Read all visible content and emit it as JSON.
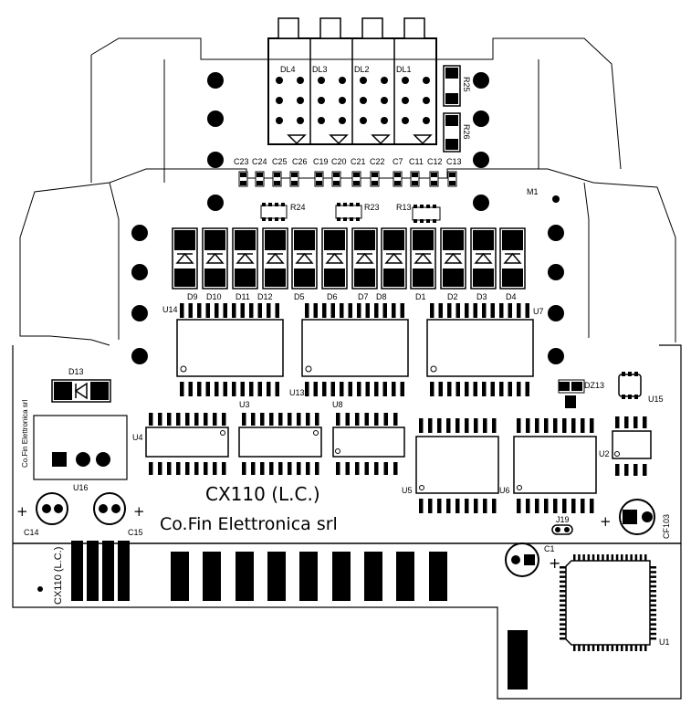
{
  "board": {
    "title": "CX110 (L.C.)",
    "maker": "Co.Fin Elettronica srl",
    "side_maker": "Co.Fin Elettronica srl",
    "side_model": "CX110 (L.C.)"
  },
  "leds": [
    "DL4",
    "DL3",
    "DL2",
    "DL1"
  ],
  "resistors": {
    "r25": "R25",
    "r26": "R26",
    "r24": "R24",
    "r23": "R23",
    "r13": "R13"
  },
  "caps_row": [
    "C23",
    "C24",
    "C25",
    "C26",
    "C19",
    "C20",
    "C21",
    "C22",
    "C7",
    "C11",
    "C12",
    "C13"
  ],
  "diodes": [
    "D9",
    "D10",
    "D11",
    "D12",
    "D5",
    "D6",
    "D7",
    "D8",
    "D1",
    "D2",
    "D3",
    "D4"
  ],
  "chips": {
    "u14": "U14",
    "u13": "U13",
    "u7": "U7",
    "u4": "U4",
    "u3": "U3",
    "u8": "U8",
    "u5": "U5",
    "u6": "U6",
    "u2": "U2",
    "u15": "U15",
    "u16": "U16",
    "u1": "U1"
  },
  "parts": {
    "m1": "M1",
    "d13": "D13",
    "dz13": "DZ13",
    "j19": "J19",
    "c14": "C14",
    "c15": "C15",
    "c1": "C1",
    "cf103": "CF103"
  },
  "symbols": {
    "plus": "+"
  }
}
